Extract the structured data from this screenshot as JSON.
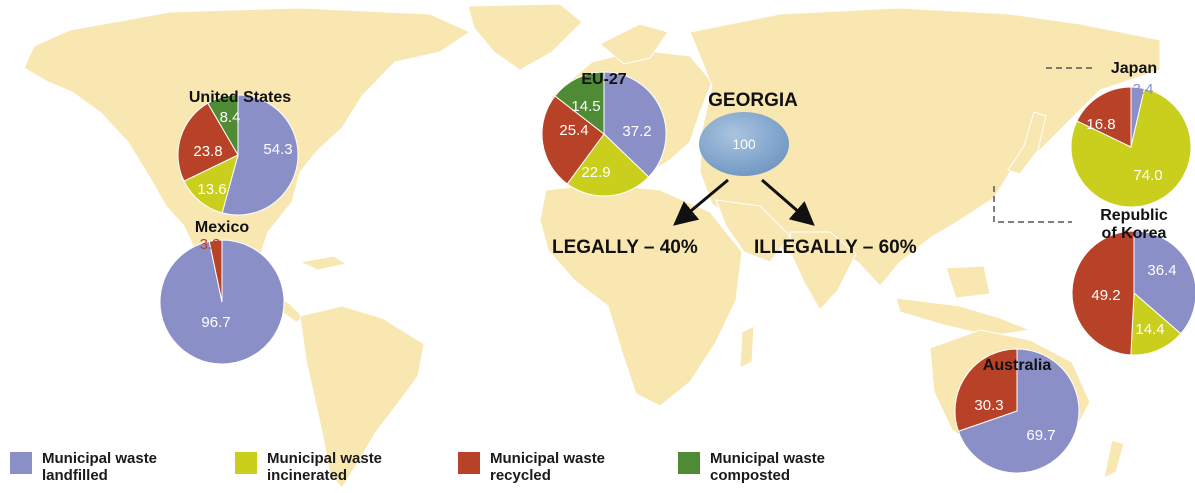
{
  "colors": {
    "landfilled": "#8b8fc8",
    "incinerated": "#c9cf1c",
    "recycled": "#b84227",
    "composted": "#4f8a35",
    "map_land": "#f8e7b1",
    "map_border": "#ffffff",
    "georgia_bubble": "#6f97c2"
  },
  "chart_data": [
    {
      "type": "pie",
      "title": "United States",
      "categories": [
        "Municipal waste landfilled",
        "Municipal waste incinerated",
        "Municipal waste recycled",
        "Municipal waste composted"
      ],
      "values": [
        54.3,
        13.6,
        23.8,
        8.4
      ]
    },
    {
      "type": "pie",
      "title": "Mexico",
      "categories": [
        "Municipal waste landfilled",
        "Municipal waste recycled"
      ],
      "values": [
        96.7,
        3.3
      ]
    },
    {
      "type": "pie",
      "title": "EU-27",
      "categories": [
        "Municipal waste landfilled",
        "Municipal waste incinerated",
        "Municipal waste recycled",
        "Municipal waste composted"
      ],
      "values": [
        37.2,
        22.9,
        25.4,
        14.5
      ]
    },
    {
      "type": "pie",
      "title": "Japan",
      "categories": [
        "Municipal waste landfilled",
        "Municipal waste incinerated",
        "Municipal waste recycled"
      ],
      "values": [
        3.4,
        74.0,
        16.8
      ]
    },
    {
      "type": "pie",
      "title": "Republic of Korea",
      "categories": [
        "Municipal waste landfilled",
        "Municipal waste incinerated",
        "Municipal waste recycled"
      ],
      "values": [
        36.4,
        14.4,
        49.2
      ]
    },
    {
      "type": "pie",
      "title": "Australia",
      "categories": [
        "Municipal waste landfilled",
        "Municipal waste recycled"
      ],
      "values": [
        69.7,
        30.3
      ]
    }
  ],
  "georgia": {
    "title": "GEORGIA",
    "value": "100",
    "legally": "LEGALLY – 40%",
    "illegally": "ILLEGALLY – 60%"
  },
  "legend": [
    {
      "key": "landfilled",
      "label": "Municipal waste\nlandfilled"
    },
    {
      "key": "incinerated",
      "label": "Municipal waste\nincinerated"
    },
    {
      "key": "recycled",
      "label": "Municipal waste\nrecycled"
    },
    {
      "key": "composted",
      "label": "Municipal waste\ncomposted"
    }
  ]
}
